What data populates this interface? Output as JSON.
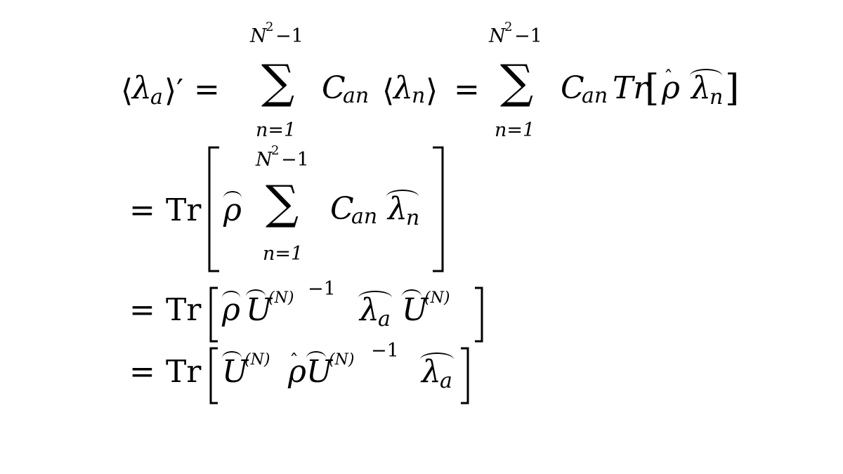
{
  "line1": {
    "lhs_open": "⟨",
    "lhs_lambda": "λ",
    "lhs_sub": "a",
    "lhs_close": "⟩′",
    "eq1": "=",
    "sum1_upper_N": "N",
    "sum1_upper_exp": "2",
    "sum1_upper_rest": "−1",
    "sum1_sigma": "∑",
    "sum1_lower": "n=1",
    "coef_C": "C",
    "coef_sub": "an",
    "exp_open": "⟨",
    "exp_lambda": "λ",
    "exp_sub": "n",
    "exp_close": "⟩",
    "eq2": "=",
    "sum2_upper_N": "N",
    "sum2_upper_exp": "2",
    "sum2_upper_rest": "−1",
    "sum2_sigma": "∑",
    "sum2_lower": "n=1",
    "coef2_C": "C",
    "coef2_sub": "an",
    "tr": "Tr",
    "bracket_open": "[",
    "rho": "ρ",
    "lambda": "λ",
    "lambda_sub": "n",
    "bracket_close": "]"
  },
  "line2": {
    "eq": "=",
    "tr": "Tr",
    "rho": "ρ",
    "sum_upper_N": "N",
    "sum_upper_exp": "2",
    "sum_upper_rest": "−1",
    "sum_sigma": "∑",
    "sum_lower": "n=1",
    "coef_C": "C",
    "coef_sub": "an",
    "lambda": "λ",
    "lambda_sub": "n"
  },
  "line3": {
    "eq": "=",
    "tr": "Tr",
    "rho": "ρ",
    "U1": "U",
    "U1_sup": "(N)",
    "U1_inv": "−1",
    "lambda": "λ",
    "lambda_sub": "a",
    "U2": "U",
    "U2_sup": "(N)"
  },
  "line4": {
    "eq": "=",
    "tr": "Tr",
    "U1": "U",
    "U1_sup": "(N)",
    "rho": "ρ",
    "U2": "U",
    "U2_sup": "(N)",
    "U2_inv": "−1",
    "lambda": "λ",
    "lambda_sub": "a"
  }
}
